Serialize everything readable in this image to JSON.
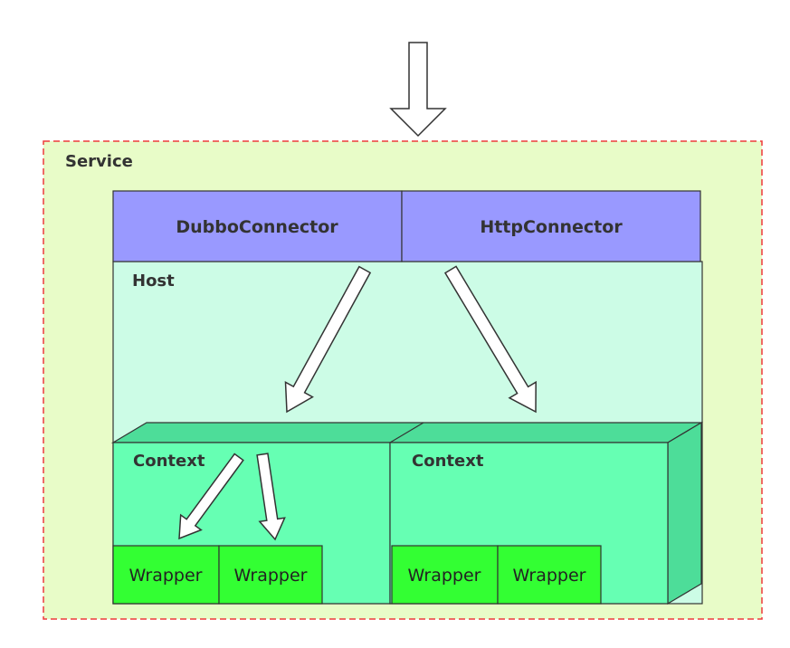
{
  "service": {
    "label": "Service",
    "fill": "#e8fcc8",
    "border": "#ee3b3b"
  },
  "connectors": [
    {
      "label": "DubboConnector"
    },
    {
      "label": "HttpConnector"
    }
  ],
  "connector_fill": "#9999ff",
  "host": {
    "label": "Host",
    "fill": "#ccfce6"
  },
  "contexts": [
    {
      "label": "Context",
      "wrappers": [
        {
          "label": "Wrapper"
        },
        {
          "label": "Wrapper"
        }
      ]
    },
    {
      "label": "Context",
      "wrappers": [
        {
          "label": "Wrapper"
        },
        {
          "label": "Wrapper"
        }
      ]
    }
  ],
  "context_fill": "#66ffb3",
  "wrapper_fill": "#33ff33"
}
